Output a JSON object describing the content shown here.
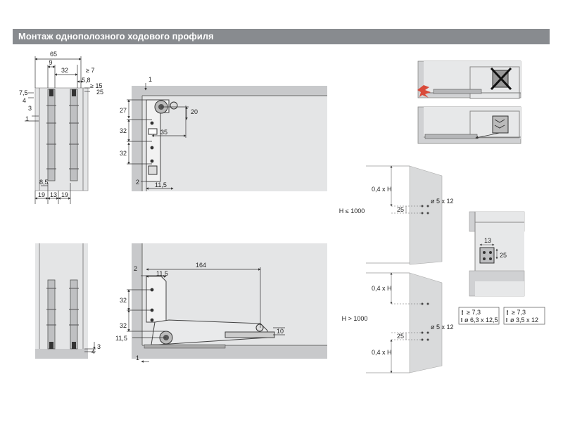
{
  "banner": {
    "title": "Монтаж однополозного ходового профиля"
  },
  "panel_top_left": {
    "dims": {
      "d65": "65",
      "d9": "9",
      "d32": "32",
      "d_ge7": "≥ 7",
      "d5_8": "5,8",
      "d_ge15": "≥ 15",
      "d25": "25",
      "d7_5": "7,5",
      "d4": "4",
      "d3": "3",
      "d1": "1",
      "d8_5": "8,5",
      "d19a": "19",
      "d13": "13",
      "d19b": "19"
    }
  },
  "panel_top_middle": {
    "dims": {
      "d1": "1",
      "d27": "27",
      "d20": "20",
      "d32a": "32",
      "d35": "35",
      "d32b": "32",
      "d2": "2",
      "d11_5": "11,5"
    }
  },
  "panel_bottom_left": {
    "dims": {
      "d3": "3",
      "d4": "4"
    }
  },
  "panel_bottom_middle": {
    "dims": {
      "d2": "2",
      "d11_5a": "11,5",
      "d164": "164",
      "d32a": "32",
      "d32b": "32",
      "d11_5b": "11,5",
      "d10": "10",
      "d1": "1"
    }
  },
  "panel_height_rules": {
    "small": {
      "h_label": "H ≤ 1000",
      "ratio": "0,4 x H",
      "d25": "25",
      "hole": "ø 5 x 12"
    },
    "large": {
      "h_label": "H > 1000",
      "ratio_top": "0,4 x H",
      "d25": "25",
      "hole": "ø 5 x 12",
      "ratio_bottom": "0,4 x H"
    }
  },
  "panel_detail": {
    "d13": "13",
    "d25": "25"
  },
  "screw_specs": [
    {
      "ge": "≥ 7,3",
      "size": "ø 6,3 x 12,5"
    },
    {
      "ge": "≥ 7,3",
      "size": "ø 3,5 x 12"
    }
  ],
  "colors": {
    "banner": "#888b8f",
    "panel": "#e4e5e6",
    "frame": "#c8c9cb",
    "line": "#333333",
    "warning": "#d94a3a"
  }
}
